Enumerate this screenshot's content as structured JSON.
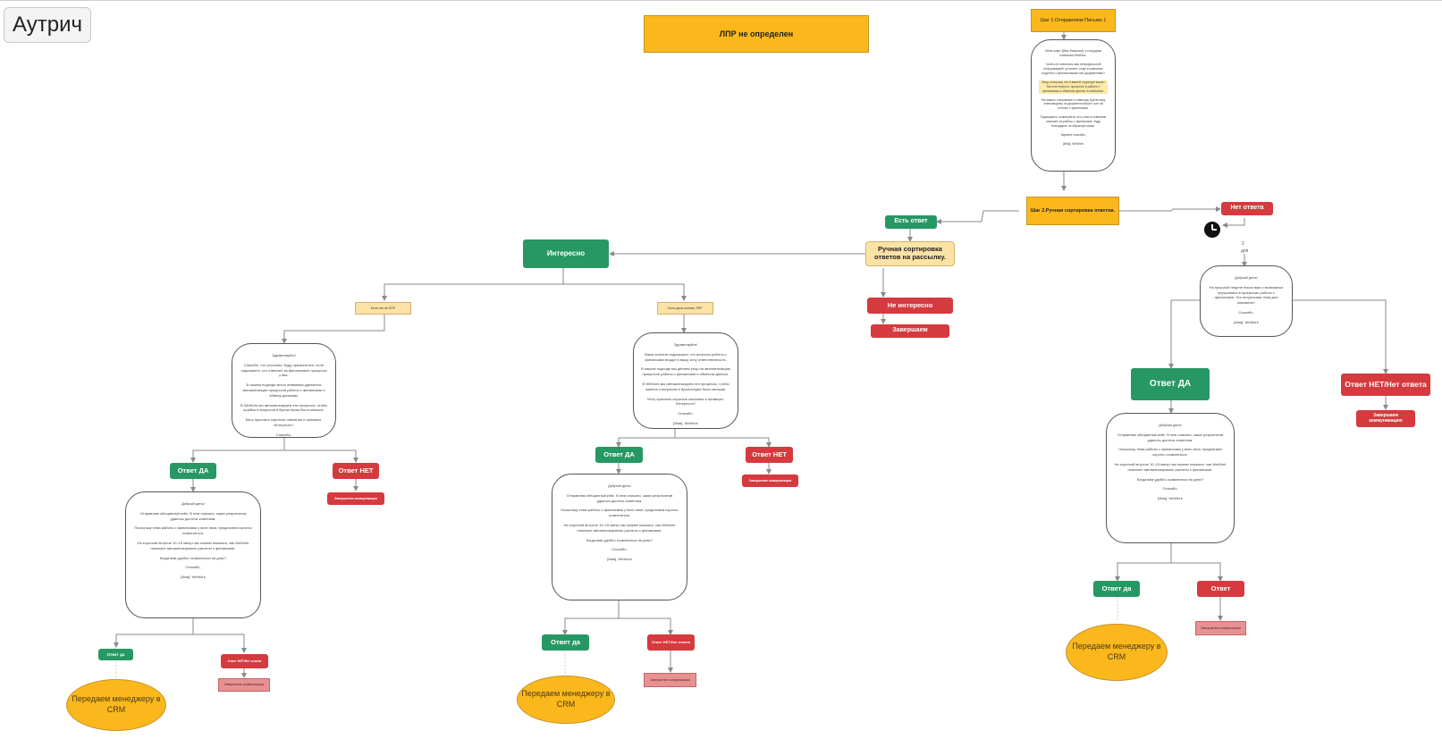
{
  "board": {
    "title": "Аутрич",
    "clock_label": "2",
    "clock_unit": "дня"
  },
  "nodes": {
    "lpr": "ЛПР не определен",
    "step1": "Шаг 1.Отправляем Письмо 1",
    "step2": "Шаг 2.Ручная сортировка ответов.",
    "est_otvet": "Есть ответ",
    "net_otveta": "Нет ответа",
    "manual_sort": "Ручная сортировка ответов на рассылку.",
    "interesno": "Интересно",
    "ne_interesno": "Не интересно",
    "zavershaem": "Завершаем",
    "left_branch": "Если это не ЛПР",
    "mid_branch": "Если дали контакт ЛПР",
    "otvet_da_l": "Ответ ДА",
    "otvet_net_l": "Ответ НЕТ",
    "zaversh_l": "Завершение коммуникации",
    "otvet_da_m": "Ответ ДА",
    "otvet_net_m": "Ответ НЕТ",
    "zaversh_m": "Завершение коммуникации",
    "otvet_da_ll": "Ответ да",
    "otvet_net_ll": "Ответ НЕТ/Нет ответа",
    "zaversh_ll": "Завершение коммуникации",
    "otvet_da_mm": "Ответ да",
    "otvet_net_mm": "Ответ НЕТ/Нет ответа",
    "zaversh_mm": "Завершение коммуникации",
    "otvet_da_r": "Ответ ДА",
    "otvet_net_r": "Ответ НЕТ/Нет ответа",
    "zaversh_r": "Завершаем коммуникацию",
    "otvet_da_rr": "Ответ да",
    "otvet_rr": "Ответ",
    "zaversh_rr": "Завершение коммуникации",
    "crm_l": "Передаем менеджеру в CRM",
    "crm_m": "Передаем менеджеру в CRM",
    "crm_r": "Передаем менеджеру в CRM"
  },
  "messages": {
    "msg1": [
      "Меня зовут [Имя Фамилия], я сотрудник компании WeWork.",
      "Чтобы не отвлекать вас непрофильной информацией, уточните: кому в компании поручено с финансовыми или документами?",
      "Лицу, которому это в вашей структуре может быть интересно: процессы в работе с финансами и обменом данных в компании.",
      "Это важно, направляю к главному бухгалтеру, отвечающему за документооборот, или на контакт с финансами.",
      "Подскажите, пожалуйста, кто у вас в компании отвечает за работу с финансами. Буду благодарен за обратную связь.",
      "Заранее спасибо,",
      "[Имя], WeWork"
    ],
    "msg2": [
      "Добрый день!",
      "На прошлой неделе писал вам о возможных улучшениях в процессах работы с финансами. Это актуальная тема для компании?",
      "Спасибо,",
      "[Имя], WeWork"
    ],
    "msg3": [
      "Здравствуйте!",
      "Спасибо, что уточнили. Буду признателен, если подскажете, кто отвечает за финансовые процессы у вас.",
      "В нашем подходе много внимания уделяется автоматизации процессов работы с финансами и обмену данными.",
      "В WeWork мы автоматизируем эти процессы, чтобы ошибок и вопросов в бухгалтерии было меньше.",
      "Могу прислать короткое описание и примеры. Интересно?",
      "Спасибо,",
      "[Имя], WeWork"
    ],
    "msg4": [
      "Здравствуйте!",
      "Ваши коллеги подсказали, что вопросы работы с финансами входят в вашу зону ответственности.",
      "В нашем подходе мы делаем упор на автоматизацию процессов работы с финансами и обменом данных.",
      "В WeWork мы автоматизируем эти процессы, чтобы ошибок и вопросов в бухгалтерии было меньше.",
      "Могу прислать короткое описание и примеры. Интересно?",
      "Спасибо,",
      "[Имя], WeWork"
    ],
    "msg5": [
      "Добрый день!",
      "Отправляю обещанный кейс. В нем описано, каких результатов удалось достичь клиентам.",
      "Поскольку тема работы с финансами у всех своя, предлагаем коротко созвониться.",
      "На короткой встрече 10–15 минут мы можем показать, как WeWork помогает автоматизировать расчеты с финансами.",
      "Когда вам удобно созвониться на днях?",
      "Спасибо,",
      "[Имя], WeWork"
    ],
    "msg6": [
      "Добрый день!",
      "Отправляю обещанный кейс. В нем описано, каких результатов удалось достичь клиентам.",
      "Поскольку тема работы с финансами у всех своя, предлагаем коротко созвониться.",
      "На короткой встрече 10–15 минут мы можем показать, как WeWork помогает автоматизировать расчеты с финансами.",
      "Когда вам удобно созвониться на днях?",
      "Спасибо,",
      "[Имя], WeWork"
    ],
    "msg7": [
      "Добрый день!",
      "Отправляю обещанный кейс. В нем описано, каких результатов удалось достичь клиентам.",
      "Поскольку тема работы с финансами у всех своя, предлагаем коротко созвониться.",
      "На короткой встрече 10–15 минут мы можем показать, как WeWork помогает автоматизировать расчеты с финансами.",
      "Когда вам удобно созвониться на днях?",
      "Спасибо,",
      "[Имя], WeWork"
    ]
  },
  "colors": {
    "orange": "#fbb81c",
    "light_orange": "#fde2a6",
    "green": "#279863",
    "red": "#d53a3e",
    "pink": "#e79193",
    "connector": "#8a8a8a"
  }
}
